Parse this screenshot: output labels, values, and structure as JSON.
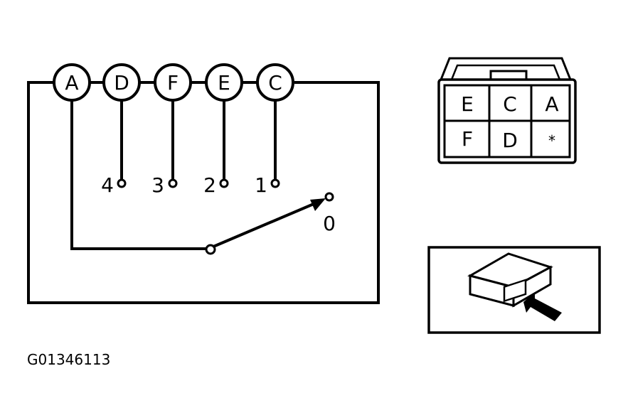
{
  "terminals": [
    "A",
    "D",
    "F",
    "E",
    "C"
  ],
  "positions": [
    "4",
    "3",
    "2",
    "1",
    "0"
  ],
  "connector_cells": [
    [
      "E",
      "C",
      "A"
    ],
    [
      "F",
      "D",
      "*"
    ]
  ],
  "reference_code": "G01346113"
}
